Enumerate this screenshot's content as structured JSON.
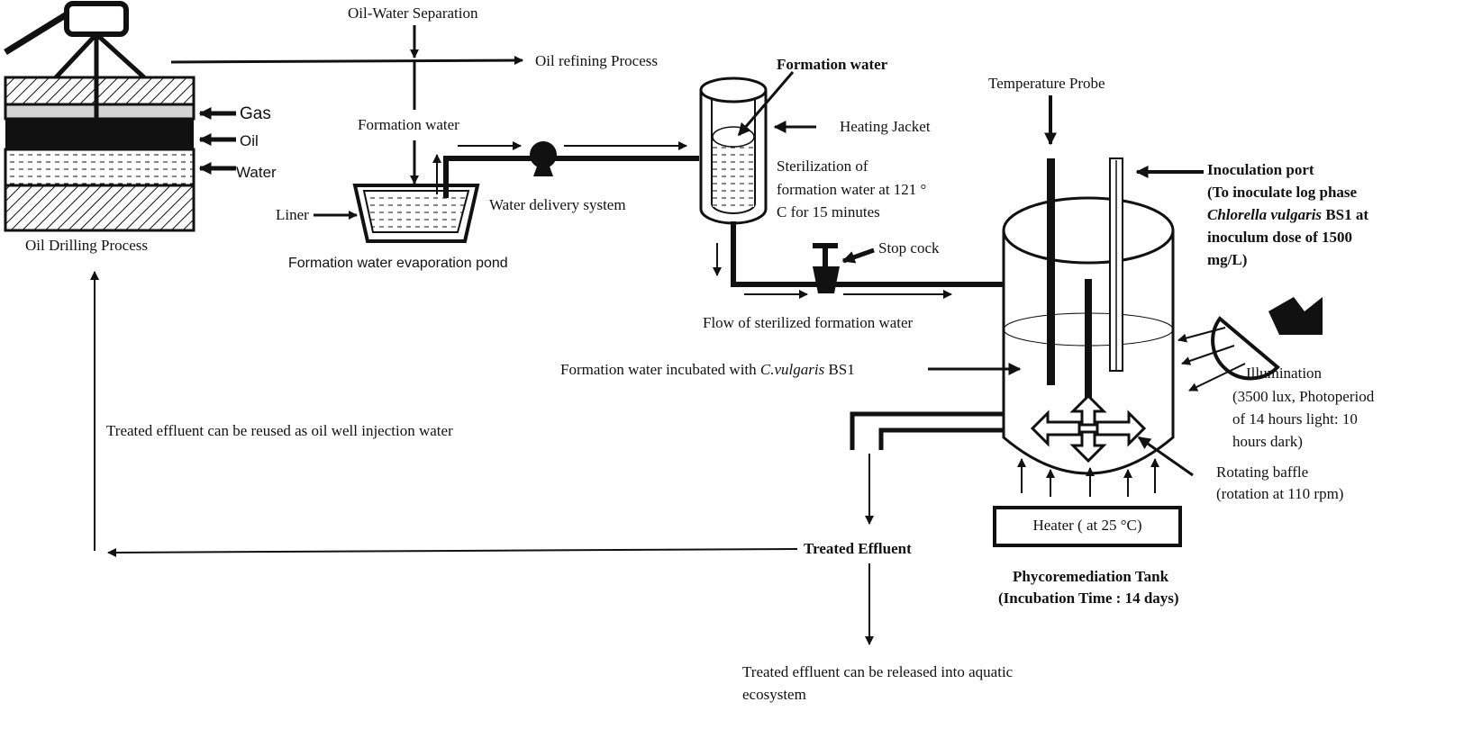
{
  "labels": {
    "oil_water_separation": "Oil-Water Separation",
    "oil_refining": "Oil refining  Process",
    "gas": "Gas",
    "oil": "Oil",
    "water": "Water",
    "oil_drilling": "Oil Drilling  Process",
    "formation_water_1": "Formation  water",
    "liner": "Liner",
    "evaporation_pond": "Formation  water  evaporation  pond",
    "water_delivery": "Water  delivery  system",
    "formation_water_2": "Formation water",
    "heating_jacket": "Heating  Jacket",
    "sterilization_1": "Sterilization  of",
    "sterilization_2": "formation  water at  121 °",
    "sterilization_3": "C for  15  minutes",
    "stop_cock": "Stop  cock",
    "flow_sterilized": "Flow  of  sterilized  formation  water",
    "temperature_probe": "Temperature  Probe",
    "inoculation_port": "Inoculation  port",
    "inoculation_1": "(To  inoculate  log  phase",
    "inoculation_2a": "Chlorella  vulgaris",
    "inoculation_2b": " BS1 at",
    "inoculation_3": "inoculum  dose of  1500",
    "inoculation_4": "mg/L)",
    "incubated_a": "Formation  water  incubated  with  ",
    "incubated_b": "C.vulgaris",
    "incubated_c": " BS1",
    "illumination_1": "Illumination",
    "illumination_2": "(3500 lux,  Photoperiod",
    "illumination_3": "of  14 hours light:  10",
    "illumination_4": "hours dark)",
    "treated_reuse": "Treated  effluent  can  be reused  as  oil well  injection  water",
    "rotating_baffle_1": "Rotating  baffle",
    "rotating_baffle_2": "(rotation  at  110  rpm)",
    "heater": "Heater  ( at 25 °C)",
    "treated_effluent": "Treated  Effluent",
    "tank_1": "Phycoremediation  Tank",
    "tank_2": "(Incubation Time  :  14  days)",
    "released_1": "Treated  effluent  can  be  released  into  aquatic",
    "released_2": "ecosystem"
  },
  "colors": {
    "ink": "#111111",
    "layer_gas": "#d4d4d4",
    "background": "#ffffff"
  }
}
